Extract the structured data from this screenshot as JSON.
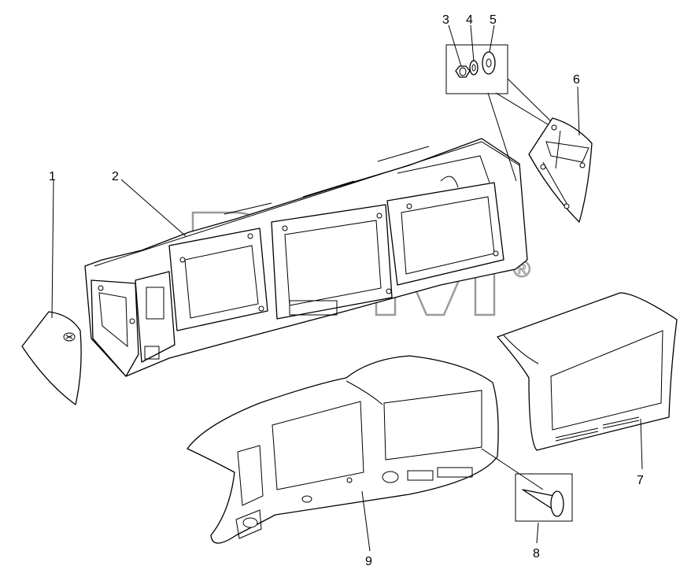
{
  "watermark": {
    "text": "BTM",
    "registered_mark": "®"
  },
  "callouts": [
    {
      "id": "1",
      "label": "1"
    },
    {
      "id": "2",
      "label": "2"
    },
    {
      "id": "3",
      "label": "3"
    },
    {
      "id": "4",
      "label": "4"
    },
    {
      "id": "5",
      "label": "5"
    },
    {
      "id": "6",
      "label": "6"
    },
    {
      "id": "7",
      "label": "7"
    },
    {
      "id": "8",
      "label": "8"
    },
    {
      "id": "9",
      "label": "9"
    }
  ]
}
